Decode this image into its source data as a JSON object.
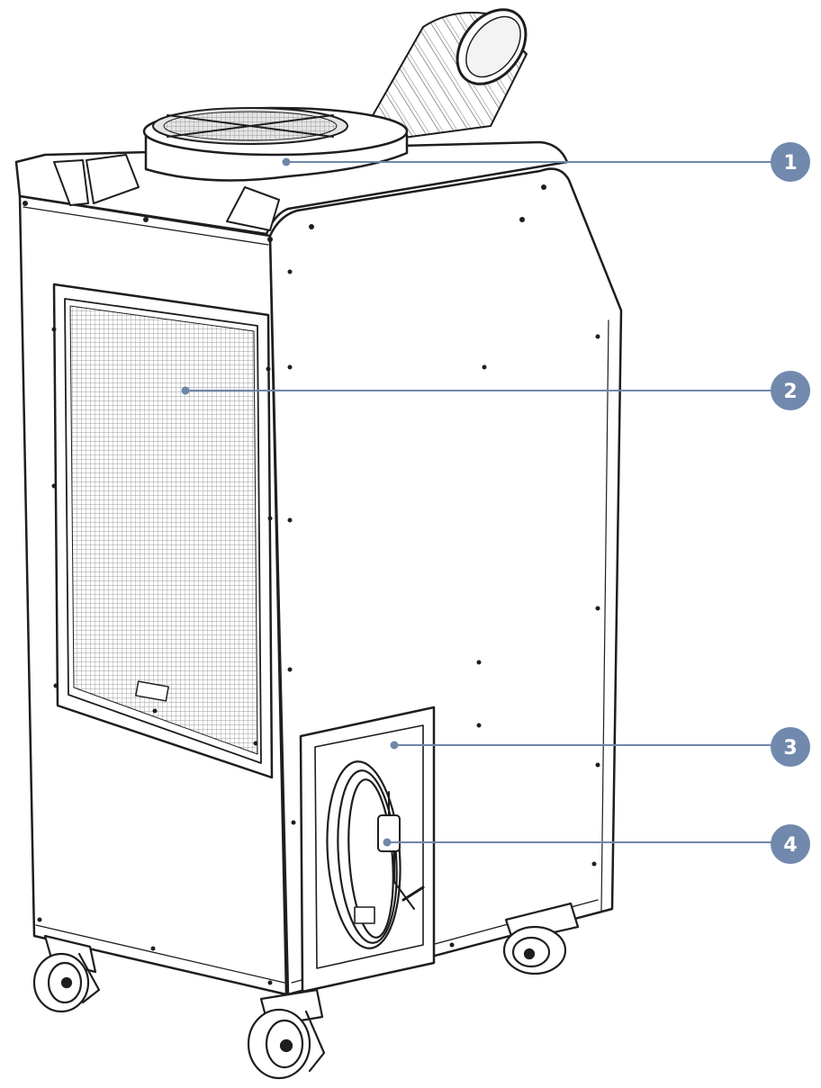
{
  "figure": {
    "subject": "portable-spot-air-conditioner-rear-view",
    "colors": {
      "outline": "#1e1e1e",
      "panel": "#ffffff",
      "mesh": "#9a9a9a",
      "leader_line": "#6f87a8",
      "callout_fill": "#7189ad",
      "callout_text": "#ffffff"
    }
  },
  "callouts": [
    {
      "number": "1",
      "target": "exhaust-air-outlet"
    },
    {
      "number": "2",
      "target": "air-intake-filter-grille"
    },
    {
      "number": "3",
      "target": "rear-storage-recess"
    },
    {
      "number": "4",
      "target": "power-cord-and-plug"
    }
  ]
}
